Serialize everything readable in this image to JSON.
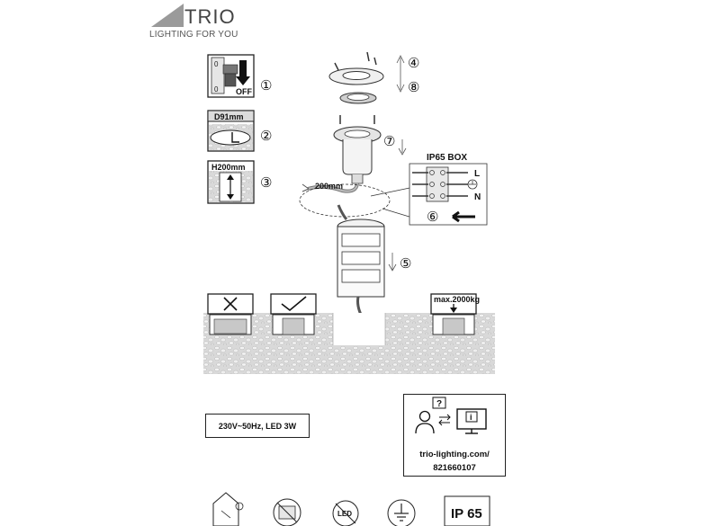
{
  "brand": {
    "name": "TRIO",
    "tagline": "LIGHTING FOR YOU"
  },
  "steps": {
    "s1": {
      "num": "①",
      "text": "OFF"
    },
    "s2": {
      "num": "②",
      "text": "D91mm"
    },
    "s3": {
      "num": "③",
      "text": "H200mm"
    },
    "s4": {
      "num": "④"
    },
    "s5": {
      "num": "⑤"
    },
    "s6": {
      "num": "⑥"
    },
    "s7": {
      "num": "⑦"
    },
    "s8": {
      "num": "⑧"
    }
  },
  "wiring": {
    "title": "IP65  BOX",
    "terminal_L": "L",
    "terminal_N": "N",
    "cable_length": "200mm"
  },
  "install": {
    "max_load": "max.2000kg"
  },
  "spec": {
    "text": "230V~50Hz, LED 3W"
  },
  "support": {
    "url": "trio-lighting.com/",
    "code": "821660107"
  },
  "icons_bottom": {
    "ip_rating": "IP 65",
    "led_label": "LED"
  }
}
